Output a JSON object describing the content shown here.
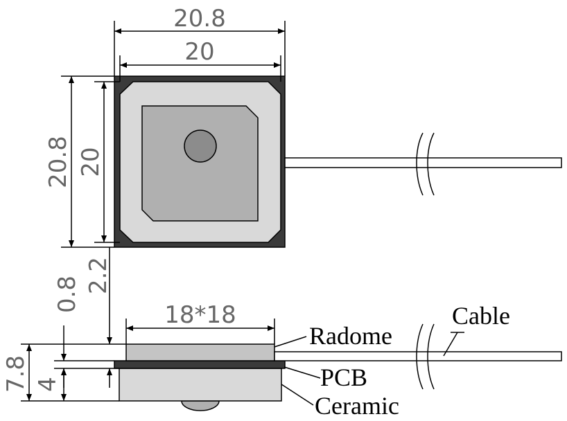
{
  "dimensions": {
    "top_width_outer": "20.8",
    "top_width_inner": "20",
    "side_height_outer": "20.8",
    "side_height_inner": "20",
    "gap_small": "0.8",
    "gap_large": "2.2",
    "radome_size": "18*18",
    "total_height": "7.8",
    "ceramic_height": "4"
  },
  "labels": {
    "cable": "Cable",
    "radome": "Radome",
    "pcb": "PCB",
    "ceramic": "Ceramic"
  },
  "colors": {
    "pcb": "#3a3a3a",
    "body_light": "#d0d0d0",
    "body_mid": "#a9a9a9",
    "feed": "#8a8a8a",
    "cable": "#ffffff"
  }
}
